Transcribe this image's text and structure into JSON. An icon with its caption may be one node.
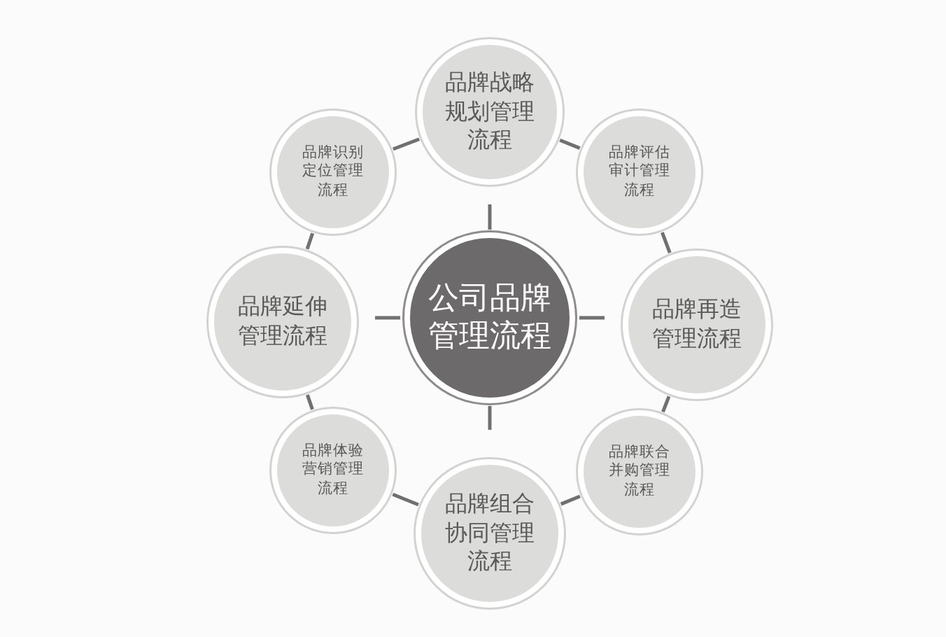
{
  "diagram": {
    "nodes": [
      {
        "text": [
          "品牌战略规划管理流程"
        ]
      },
      {
        "text": [
          "品牌识别定位管理流程"
        ]
      },
      {
        "text": [
          "品牌评估审计管理流程"
        ]
      },
      {
        "text": [
          "品牌延伸管理流程"
        ]
      },
      {
        "text": [
          "公司品牌管理流程"
        ]
      },
      {
        "text": [
          "品牌再造管理流程"
        ]
      },
      {
        "text": [
          "品牌体验营销管理流程"
        ]
      },
      {
        "text": [
          "品牌联合并购管理流程"
        ]
      },
      {
        "text": [
          "品牌组合协同管理流程"
        ]
      }
    ],
    "edges": [
      {
        "from": 0,
        "to": 2,
        "arrow": "none"
      },
      {
        "from": 2,
        "to": 5,
        "arrow": "none"
      },
      {
        "from": 5,
        "to": 7,
        "arrow": "none"
      },
      {
        "from": 7,
        "to": 8,
        "arrow": "none"
      },
      {
        "from": 8,
        "to": 6,
        "arrow": "none"
      },
      {
        "from": 6,
        "to": 3,
        "arrow": "none"
      },
      {
        "from": 3,
        "to": 1,
        "arrow": "none"
      },
      {
        "from": 1,
        "to": 0,
        "arrow": "none"
      }
    ]
  }
}
